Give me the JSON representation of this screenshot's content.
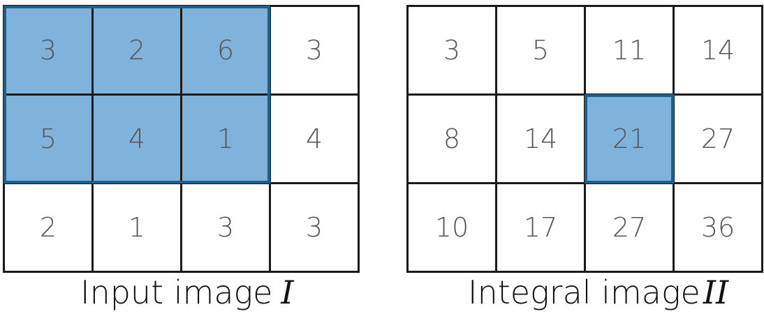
{
  "input_image": {
    "caption": "Input image",
    "symbol": "I",
    "rows": [
      [
        "3",
        "2",
        "6",
        "3"
      ],
      [
        "5",
        "4",
        "1",
        "4"
      ],
      [
        "2",
        "1",
        "3",
        "3"
      ]
    ],
    "highlight": {
      "row_start": 0,
      "row_end": 1,
      "col_start": 0,
      "col_end": 2
    }
  },
  "integral_image": {
    "caption": "Integral image",
    "symbol": "II",
    "rows": [
      [
        "3",
        "5",
        "11",
        "14"
      ],
      [
        "8",
        "14",
        "21",
        "27"
      ],
      [
        "10",
        "17",
        "27",
        "36"
      ]
    ],
    "highlight": {
      "row_start": 1,
      "row_end": 1,
      "col_start": 2,
      "col_end": 2
    }
  },
  "colors": {
    "highlight_fill": "#7fb3dc",
    "highlight_border": "#1f5f8b",
    "grid_line": "#1a1a1a",
    "cell_text": "#555555"
  }
}
